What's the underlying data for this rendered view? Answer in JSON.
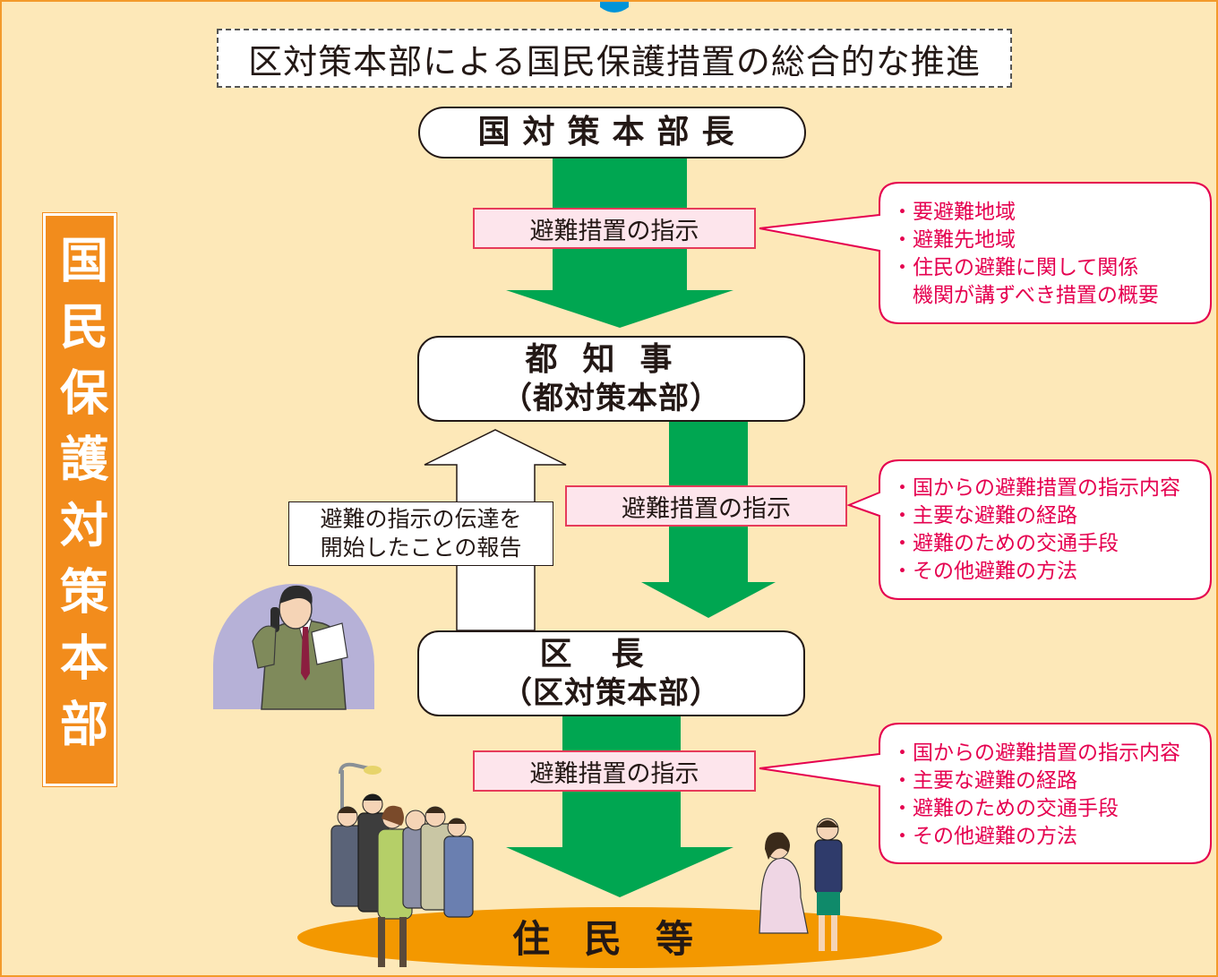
{
  "headline": "区対策本部による国民保護措置の総合的な推進",
  "side_title": "国民保護対策本部",
  "nodes": {
    "top": "国対策本部長",
    "middle_line1": "都知事",
    "middle_line2": "（都対策本部）",
    "lower_line1": "区長",
    "lower_line2": "（区対策本部）",
    "bottom": "住民等"
  },
  "arrow_labels": {
    "first": "避難措置の指示",
    "second": "避難措置の指示",
    "third": "避難措置の指示"
  },
  "report_label": {
    "line1": "避難の指示の伝達を",
    "line2": "開始したことの報告"
  },
  "callouts": {
    "first": [
      "・要避難地域",
      "・避難先地域",
      "・住民の避難に関して関係",
      "　機関が講ずべき措置の概要"
    ],
    "second": [
      "・国からの避難措置の指示内容",
      "・主要な避難の経路",
      "・避難のための交通手段",
      "・その他避難の方法"
    ],
    "third": [
      "・国からの避難措置の指示内容",
      "・主要な避難の経路",
      "・避難のための交通手段",
      "・その他避難の方法"
    ]
  },
  "colors": {
    "background": "#fde8b8",
    "frame": "#f39a2b",
    "green_arrow": "#00a651",
    "callout_border": "#e5004f",
    "side_title_bg": "#f28c1c",
    "ground": "#f39800"
  }
}
